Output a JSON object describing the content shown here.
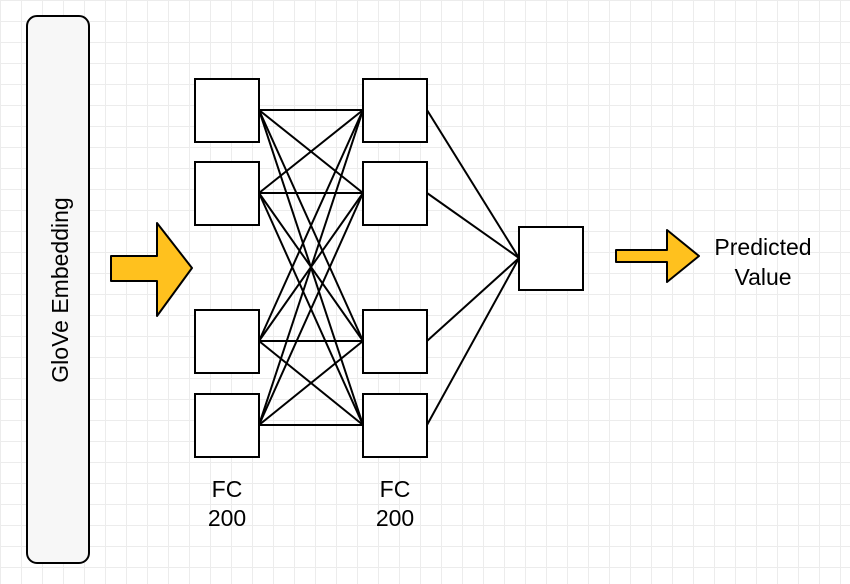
{
  "embedding": {
    "label": "GloVe Embedding"
  },
  "layers": [
    {
      "name_line": "FC",
      "size_line": "200"
    },
    {
      "name_line": "FC",
      "size_line": "200"
    }
  ],
  "output": {
    "line1": "Predicted",
    "line2": "Value"
  },
  "colors": {
    "arrow_fill": "#FFC11E",
    "stroke": "#000000",
    "embedding_fill": "#F7F7F7"
  }
}
